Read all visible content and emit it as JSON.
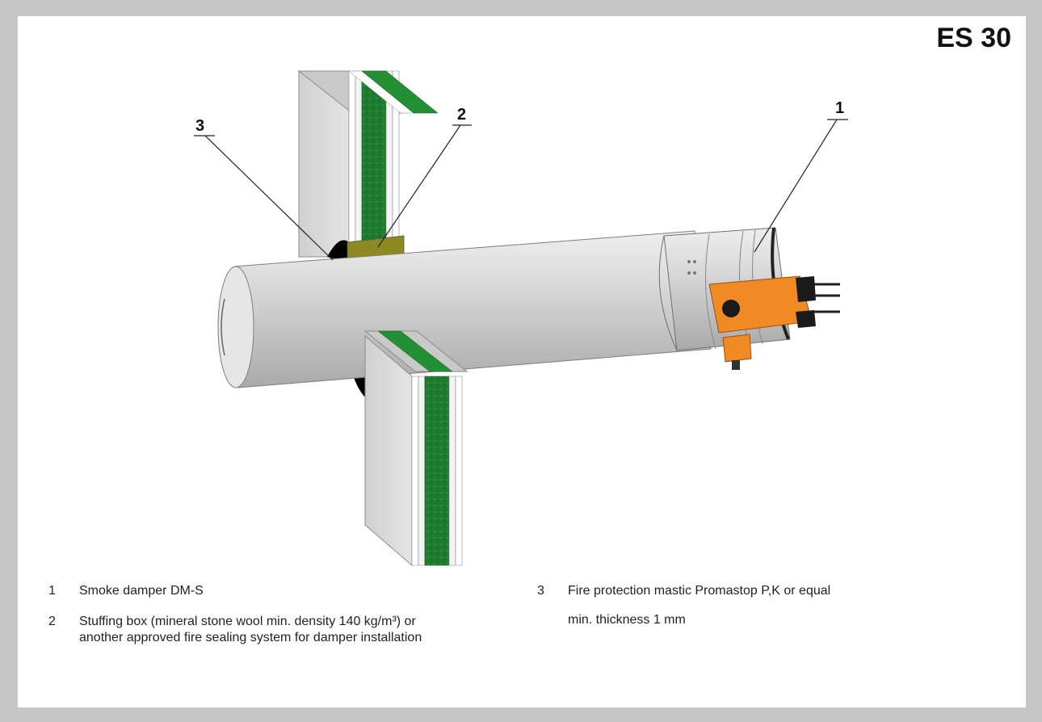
{
  "rating_label": "ES 30",
  "callouts": {
    "c1": "1",
    "c2": "2",
    "c3": "3"
  },
  "legend": [
    {
      "number": "1",
      "text": "Smoke damper DM-S"
    },
    {
      "number": "2",
      "text": "Stuffing box (mineral stone wool min. density 140 kg/m³) or another approved fire sealing system for damper installation"
    },
    {
      "number": "3",
      "text": "Fire protection mastic Promastop P,K or equal min. thickness 1 mm"
    }
  ],
  "colors": {
    "background": "#c6c6c6",
    "wall": "#dcdcdc",
    "insulation": "#1e7a2e",
    "duct": "#d4d4d4",
    "actuator": "#f08a24",
    "stuffing_box": "#8d8a22"
  }
}
